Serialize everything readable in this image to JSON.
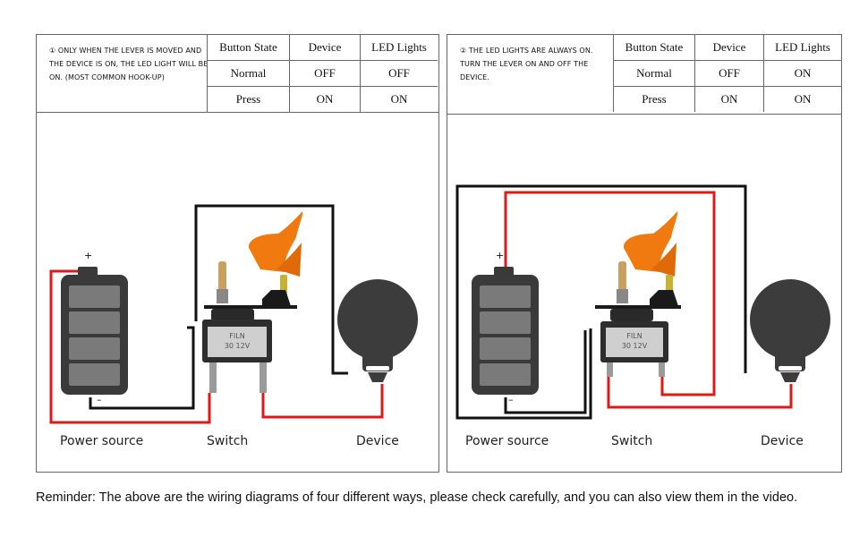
{
  "panels": [
    {
      "note": "① ONLY WHEN THE LEVER IS MOVED AND THE DEVICE IS ON, THE LED LIGHT WILL BE ON. (MOST COMMON HOOK-UP)",
      "table": {
        "headers": [
          "Button State",
          "Device",
          "LED Lights"
        ],
        "rows": [
          [
            "Normal",
            "OFF",
            "OFF"
          ],
          [
            "Press",
            "ON",
            "ON"
          ]
        ]
      },
      "labels": {
        "power": "Power source",
        "switch": "Switch",
        "device": "Device"
      },
      "switch_text": {
        "brand": "FILN",
        "rating": "30 12V"
      },
      "terminals": {
        "plus": "+",
        "minus": "–"
      }
    },
    {
      "note": "② THE LED LIGHTS ARE ALWAYS ON. TURN THE LEVER ON AND OFF THE DEVICE.",
      "table": {
        "headers": [
          "Button State",
          "Device",
          "LED Lights"
        ],
        "rows": [
          [
            "Normal",
            "OFF",
            "ON"
          ],
          [
            "Press",
            "ON",
            "ON"
          ]
        ]
      },
      "labels": {
        "power": "Power source",
        "switch": "Switch",
        "device": "Device"
      },
      "switch_text": {
        "brand": "FILN",
        "rating": "30 12V"
      },
      "terminals": {
        "plus": "+",
        "minus": "–"
      }
    }
  ],
  "reminder": "Reminder: The above are the wiring diagrams of four different ways, please check carefully, and you can also view them in the video.",
  "colors": {
    "wire_red": "#e01818",
    "wire_black": "#111111",
    "cover_orange": "#f07a10",
    "battery": "#3a3a3a",
    "bulb": "#3c3c3c"
  }
}
